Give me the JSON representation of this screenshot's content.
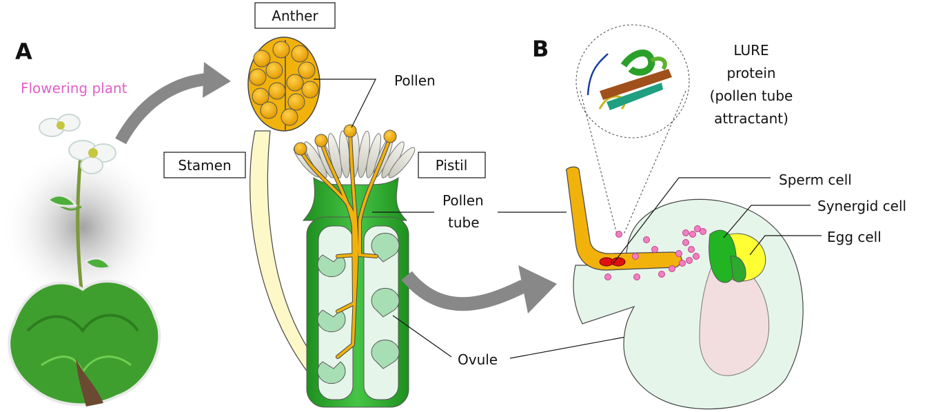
{
  "panels": {
    "a": "A",
    "b": "B"
  },
  "labels": {
    "flowering_plant": "Flowering plant",
    "anther": "Anther",
    "stamen": "Stamen",
    "pistil": "Pistil",
    "pollen": "Pollen",
    "pollen_tube_line1": "Pollen",
    "pollen_tube_line2": "tube",
    "ovule": "Ovule",
    "lure_line1": "LURE",
    "lure_line2": "protein",
    "lure_line3": "(pollen tube",
    "lure_line4": "attractant)",
    "sperm_cell": "Sperm cell",
    "synergid_cell": "Synergid cell",
    "egg_cell": "Egg cell"
  },
  "colors": {
    "pollen": "#f2b20c",
    "pistil_green": "#2aa82a",
    "ovule_fill": "#e6f5ea",
    "egg_yellow": "#ffff33",
    "synergid_green": "#22b422",
    "sperm_red": "#e01010",
    "lure_pink": "#f080c0",
    "arrow_gray": "#888888"
  }
}
